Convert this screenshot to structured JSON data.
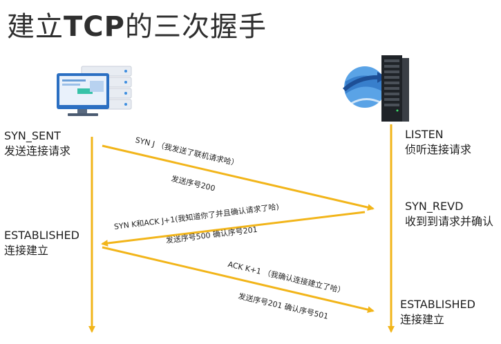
{
  "title": {
    "prefix": "建立",
    "tcp": "TCP",
    "suffix": "的三次握手"
  },
  "client": {
    "icon": "computer-icon",
    "states": [
      {
        "name": "SYN_SENT",
        "desc": "发送连接请求"
      },
      {
        "name": "ESTABLISHED",
        "desc": "连接建立"
      }
    ]
  },
  "server": {
    "icon": "server-globe-icon",
    "states": [
      {
        "name": "LISTEN",
        "desc": "侦听连接请求"
      },
      {
        "name": "SYN_REVD",
        "desc": "收到到请求并确认"
      },
      {
        "name": "ESTABLISHED",
        "desc": "连接建立"
      }
    ]
  },
  "messages": [
    {
      "label": "SYN J （我发送了联机请求哈）",
      "sub": "发送序号200"
    },
    {
      "label": "SYN K和ACK J+1(我知道你了并且确认请求了哈)",
      "sub": "发送序号500  确认序号201"
    },
    {
      "label": "ACK K+1 （我确认连接建立了哈）",
      "sub": "发送序号201  确认序号501"
    }
  ],
  "colors": {
    "arrow": "#f2b51a",
    "text": "#1f1f1f"
  }
}
